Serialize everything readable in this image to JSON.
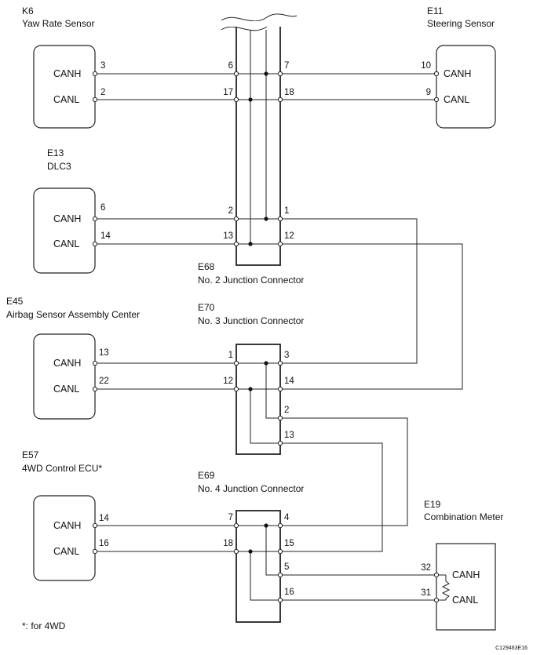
{
  "components": {
    "k6": {
      "code": "K6",
      "name": "Yaw Rate Sensor",
      "canh": "CANH",
      "canl": "CANL",
      "pin_h": "3",
      "pin_l": "2"
    },
    "e11": {
      "code": "E11",
      "name": "Steering Sensor",
      "canh": "CANH",
      "canl": "CANL",
      "pin_h": "10",
      "pin_l": "9"
    },
    "e13": {
      "code": "E13",
      "name": "DLC3",
      "canh": "CANH",
      "canl": "CANL",
      "pin_h": "6",
      "pin_l": "14"
    },
    "e45": {
      "code": "E45",
      "name": "Airbag Sensor Assembly Center",
      "canh": "CANH",
      "canl": "CANL",
      "pin_h": "13",
      "pin_l": "22"
    },
    "e57": {
      "code": "E57",
      "name": "4WD Control ECU*",
      "canh": "CANH",
      "canl": "CANL",
      "pin_h": "14",
      "pin_l": "16"
    },
    "e19": {
      "code": "E19",
      "name": "Combination Meter",
      "canh": "CANH",
      "canl": "CANL",
      "pin_h": "32",
      "pin_l": "31"
    }
  },
  "junctions": {
    "e68": {
      "code": "E68",
      "name": "No. 2 Junction Connector",
      "pins_top": [
        "6",
        "7",
        "17",
        "18"
      ],
      "pins_bottom": [
        "2",
        "1",
        "13",
        "12"
      ]
    },
    "e70": {
      "code": "E70",
      "name": "No. 3 Junction Connector",
      "pins": [
        "1",
        "3",
        "12",
        "14",
        "2",
        "13"
      ]
    },
    "e69": {
      "code": "E69",
      "name": "No. 4 Junction Connector",
      "pins": [
        "7",
        "4",
        "18",
        "15",
        "5",
        "16"
      ]
    }
  },
  "footnote": "*: for 4WD",
  "figure_code": "C129463E16"
}
